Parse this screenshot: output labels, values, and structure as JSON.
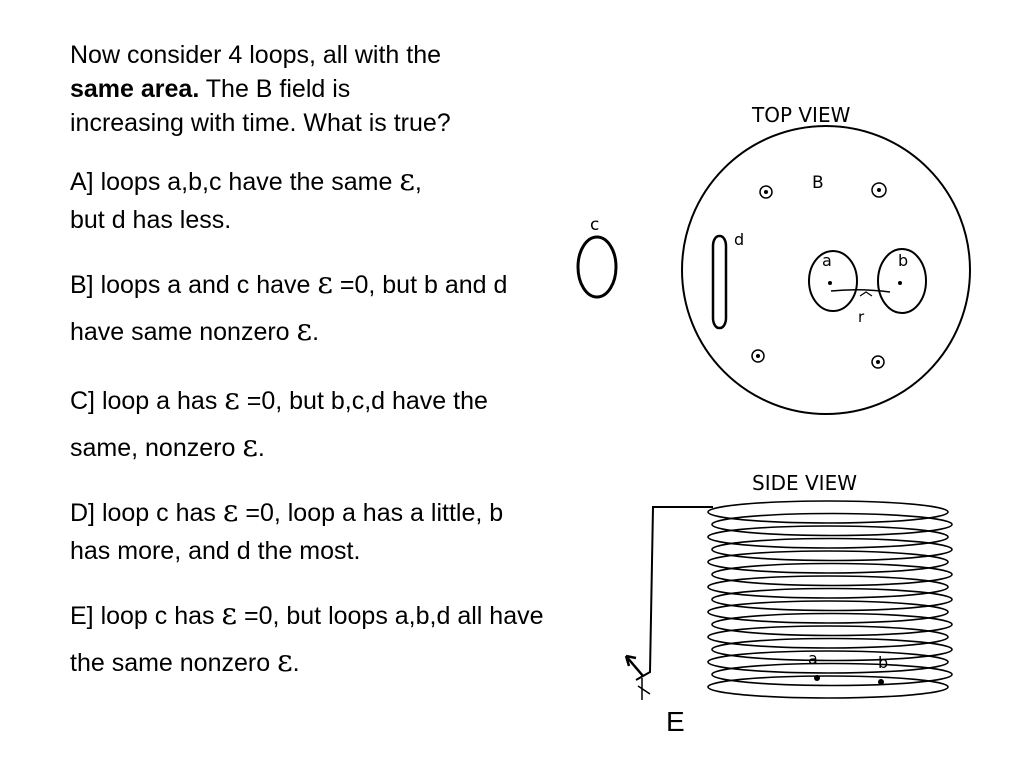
{
  "question": {
    "line1": "Now consider 4 loops, all with the",
    "line2_bold": "same area.",
    "line2_rest": " The B field is",
    "line3": "increasing with time. What is true?"
  },
  "epsilon_symbol": "ε",
  "options": [
    {
      "id": "A",
      "pre": "A] loops a,b,c have the same ",
      "post": ",\nbut d has less."
    },
    {
      "id": "B",
      "pre": "B] loops a and c have ",
      "mid": " =0, but b and d have same nonzero ",
      "post": "."
    },
    {
      "id": "C",
      "pre": "C] loop a has ",
      "mid": " =0, but b,c,d have the same, nonzero ",
      "post": "."
    },
    {
      "id": "D",
      "pre": "D] loop c has ",
      "mid": " =0, loop a has a little, b has more, and d the most.",
      "post": ""
    },
    {
      "id": "E",
      "pre": "E] loop c has ",
      "mid": " =0, but loops a,b,d all have the same nonzero ",
      "post": "."
    }
  ],
  "diagram": {
    "top_view_label": "TOP VIEW",
    "side_view_label": "SIDE VIEW",
    "field_label": "B",
    "loop_labels": {
      "a": "a",
      "b": "b",
      "c": "c",
      "d": "d",
      "r": "r"
    },
    "side_loop_labels": {
      "a": "a",
      "b": "b"
    },
    "e_label": "E"
  }
}
